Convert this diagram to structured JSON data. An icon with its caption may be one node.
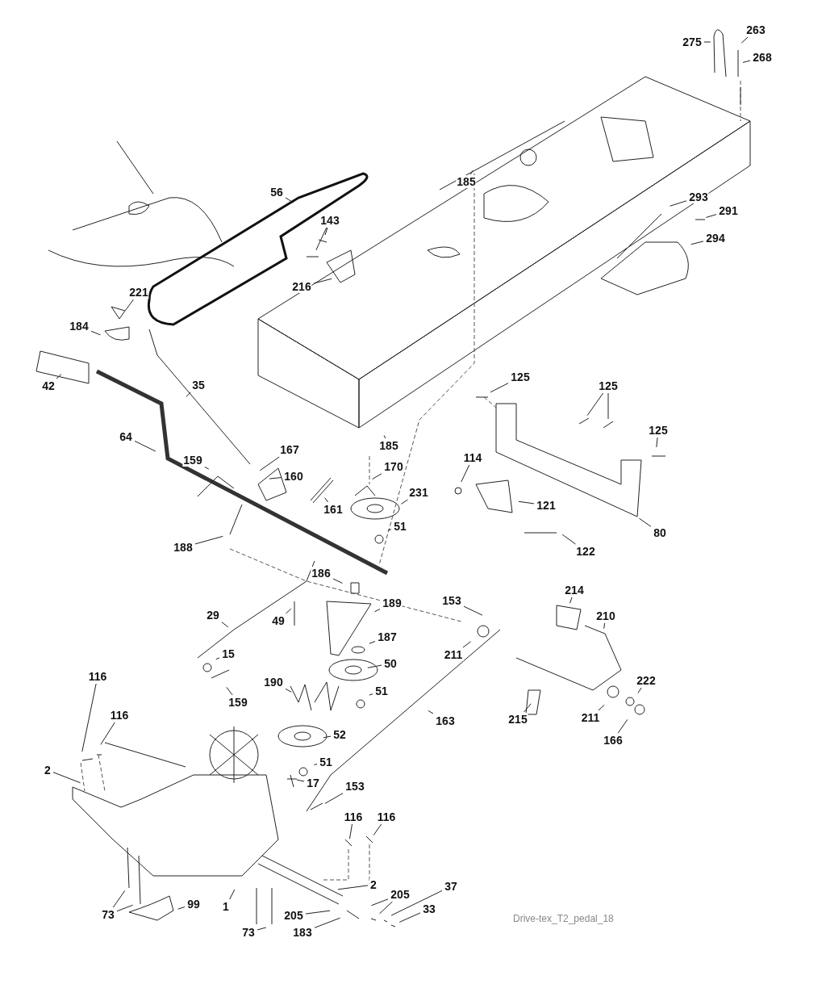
{
  "diagram": {
    "nodes": [
      {
        "text": [
          "275"
        ]
      },
      {
        "text": [
          "263"
        ]
      },
      {
        "text": [
          "268"
        ]
      },
      {
        "text": [
          "185"
        ]
      },
      {
        "text": [
          "293"
        ]
      },
      {
        "text": [
          "291"
        ]
      },
      {
        "text": [
          "294"
        ]
      },
      {
        "text": [
          "56"
        ]
      },
      {
        "text": [
          "143"
        ]
      },
      {
        "text": [
          "216"
        ]
      },
      {
        "text": [
          "221"
        ]
      },
      {
        "text": [
          "184"
        ]
      },
      {
        "text": [
          "42"
        ]
      },
      {
        "text": [
          "35"
        ]
      },
      {
        "text": [
          "64"
        ]
      },
      {
        "text": [
          "159"
        ]
      },
      {
        "text": [
          "167"
        ]
      },
      {
        "text": [
          "160"
        ]
      },
      {
        "text": [
          "185"
        ]
      },
      {
        "text": [
          "170"
        ]
      },
      {
        "text": [
          "161"
        ]
      },
      {
        "text": [
          "231"
        ]
      },
      {
        "text": [
          "51"
        ]
      },
      {
        "text": [
          "125"
        ]
      },
      {
        "text": [
          "125"
        ]
      },
      {
        "text": [
          "125"
        ]
      },
      {
        "text": [
          "114"
        ]
      },
      {
        "text": [
          "121"
        ]
      },
      {
        "text": [
          "122"
        ]
      },
      {
        "text": [
          "80"
        ]
      },
      {
        "text": [
          "188"
        ]
      },
      {
        "text": [
          "186"
        ]
      },
      {
        "text": [
          "189"
        ]
      },
      {
        "text": [
          "29"
        ]
      },
      {
        "text": [
          "49"
        ]
      },
      {
        "text": [
          "153"
        ]
      },
      {
        "text": [
          "214"
        ]
      },
      {
        "text": [
          "210"
        ]
      },
      {
        "text": [
          "187"
        ]
      },
      {
        "text": [
          "50"
        ]
      },
      {
        "text": [
          "15"
        ]
      },
      {
        "text": [
          "211"
        ]
      },
      {
        "text": [
          "190"
        ]
      },
      {
        "text": [
          "51"
        ]
      },
      {
        "text": [
          "222"
        ]
      },
      {
        "text": [
          "159"
        ]
      },
      {
        "text": [
          "163"
        ]
      },
      {
        "text": [
          "211"
        ]
      },
      {
        "text": [
          "215"
        ]
      },
      {
        "text": [
          "166"
        ]
      },
      {
        "text": [
          "116"
        ]
      },
      {
        "text": [
          "116"
        ]
      },
      {
        "text": [
          "52"
        ]
      },
      {
        "text": [
          "51"
        ]
      },
      {
        "text": [
          "17"
        ]
      },
      {
        "text": [
          "2"
        ]
      },
      {
        "text": [
          "153"
        ]
      },
      {
        "text": [
          "116"
        ]
      },
      {
        "text": [
          "116"
        ]
      },
      {
        "text": [
          "2"
        ]
      },
      {
        "text": [
          "205"
        ]
      },
      {
        "text": [
          "37"
        ]
      },
      {
        "text": [
          "33"
        ]
      },
      {
        "text": [
          "1"
        ]
      },
      {
        "text": [
          "99"
        ]
      },
      {
        "text": [
          "73"
        ]
      },
      {
        "text": [
          "205"
        ]
      },
      {
        "text": [
          "73"
        ]
      },
      {
        "text": [
          "183"
        ]
      }
    ],
    "edges": [
      {
        "from": 0,
        "to": null,
        "arrow": "none"
      },
      {
        "from": 1,
        "to": null,
        "arrow": "none"
      },
      {
        "from": 2,
        "to": null,
        "arrow": "none"
      },
      {
        "from": 3,
        "to": null,
        "arrow": "none"
      },
      {
        "from": 4,
        "to": null,
        "arrow": "none"
      },
      {
        "from": 5,
        "to": null,
        "arrow": "none"
      },
      {
        "from": 6,
        "to": null,
        "arrow": "none"
      },
      {
        "from": 7,
        "to": null,
        "arrow": "none"
      },
      {
        "from": 8,
        "to": null,
        "arrow": "none"
      },
      {
        "from": 8,
        "to": null,
        "arrow": "none"
      },
      {
        "from": 9,
        "to": null,
        "arrow": "none"
      },
      {
        "from": 10,
        "to": null,
        "arrow": "none"
      },
      {
        "from": 11,
        "to": null,
        "arrow": "none"
      },
      {
        "from": 12,
        "to": null,
        "arrow": "none"
      },
      {
        "from": 13,
        "to": null,
        "arrow": "none"
      },
      {
        "from": 14,
        "to": null,
        "arrow": "none"
      },
      {
        "from": 15,
        "to": null,
        "arrow": "none"
      },
      {
        "from": 16,
        "to": null,
        "arrow": "none"
      },
      {
        "from": 17,
        "to": null,
        "arrow": "none"
      },
      {
        "from": 18,
        "to": null,
        "arrow": "none"
      },
      {
        "from": 19,
        "to": null,
        "arrow": "none"
      },
      {
        "from": 20,
        "to": null,
        "arrow": "none"
      },
      {
        "from": 21,
        "to": null,
        "arrow": "none"
      },
      {
        "from": 22,
        "to": null,
        "arrow": "none"
      },
      {
        "from": 23,
        "to": null,
        "arrow": "none"
      },
      {
        "from": 24,
        "to": null,
        "arrow": "none"
      },
      {
        "from": 24,
        "to": null,
        "arrow": "none"
      },
      {
        "from": 25,
        "to": null,
        "arrow": "none"
      },
      {
        "from": 26,
        "to": null,
        "arrow": "none"
      },
      {
        "from": 27,
        "to": null,
        "arrow": "none"
      },
      {
        "from": 28,
        "to": null,
        "arrow": "none"
      },
      {
        "from": 29,
        "to": null,
        "arrow": "none"
      },
      {
        "from": 30,
        "to": null,
        "arrow": "none"
      },
      {
        "from": 31,
        "to": null,
        "arrow": "none"
      },
      {
        "from": 32,
        "to": null,
        "arrow": "none"
      },
      {
        "from": 33,
        "to": null,
        "arrow": "none"
      },
      {
        "from": 34,
        "to": null,
        "arrow": "none"
      },
      {
        "from": 35,
        "to": null,
        "arrow": "none"
      },
      {
        "from": 36,
        "to": null,
        "arrow": "none"
      },
      {
        "from": 37,
        "to": null,
        "arrow": "none"
      },
      {
        "from": 38,
        "to": null,
        "arrow": "none"
      },
      {
        "from": 39,
        "to": null,
        "arrow": "none"
      },
      {
        "from": 40,
        "to": null,
        "arrow": "none"
      },
      {
        "from": 41,
        "to": null,
        "arrow": "none"
      },
      {
        "from": 42,
        "to": null,
        "arrow": "none"
      },
      {
        "from": 43,
        "to": null,
        "arrow": "none"
      },
      {
        "from": 44,
        "to": null,
        "arrow": "none"
      },
      {
        "from": 45,
        "to": null,
        "arrow": "none"
      },
      {
        "from": 46,
        "to": null,
        "arrow": "none"
      },
      {
        "from": 47,
        "to": null,
        "arrow": "none"
      },
      {
        "from": 48,
        "to": null,
        "arrow": "none"
      },
      {
        "from": 49,
        "to": null,
        "arrow": "none"
      },
      {
        "from": 50,
        "to": null,
        "arrow": "none"
      },
      {
        "from": 51,
        "to": null,
        "arrow": "none"
      },
      {
        "from": 52,
        "to": null,
        "arrow": "none"
      },
      {
        "from": 53,
        "to": null,
        "arrow": "none"
      },
      {
        "from": 54,
        "to": null,
        "arrow": "none"
      },
      {
        "from": 55,
        "to": null,
        "arrow": "none"
      },
      {
        "from": 56,
        "to": null,
        "arrow": "none"
      },
      {
        "from": 57,
        "to": null,
        "arrow": "none"
      },
      {
        "from": 58,
        "to": null,
        "arrow": "none"
      },
      {
        "from": 59,
        "to": null,
        "arrow": "none"
      },
      {
        "from": 60,
        "to": null,
        "arrow": "none"
      },
      {
        "from": 60,
        "to": null,
        "arrow": "none"
      },
      {
        "from": 61,
        "to": null,
        "arrow": "none"
      },
      {
        "from": 62,
        "to": null,
        "arrow": "none"
      },
      {
        "from": 63,
        "to": null,
        "arrow": "none"
      },
      {
        "from": 64,
        "to": null,
        "arrow": "none"
      },
      {
        "from": 65,
        "to": null,
        "arrow": "none"
      },
      {
        "from": 65,
        "to": null,
        "arrow": "none"
      },
      {
        "from": 66,
        "to": null,
        "arrow": "none"
      },
      {
        "from": 67,
        "to": null,
        "arrow": "none"
      },
      {
        "from": 67,
        "to": null,
        "arrow": "none"
      },
      {
        "from": 68,
        "to": null,
        "arrow": "none"
      }
    ],
    "labels": [
      "Drive-tex_T2_pedal_18"
    ]
  }
}
